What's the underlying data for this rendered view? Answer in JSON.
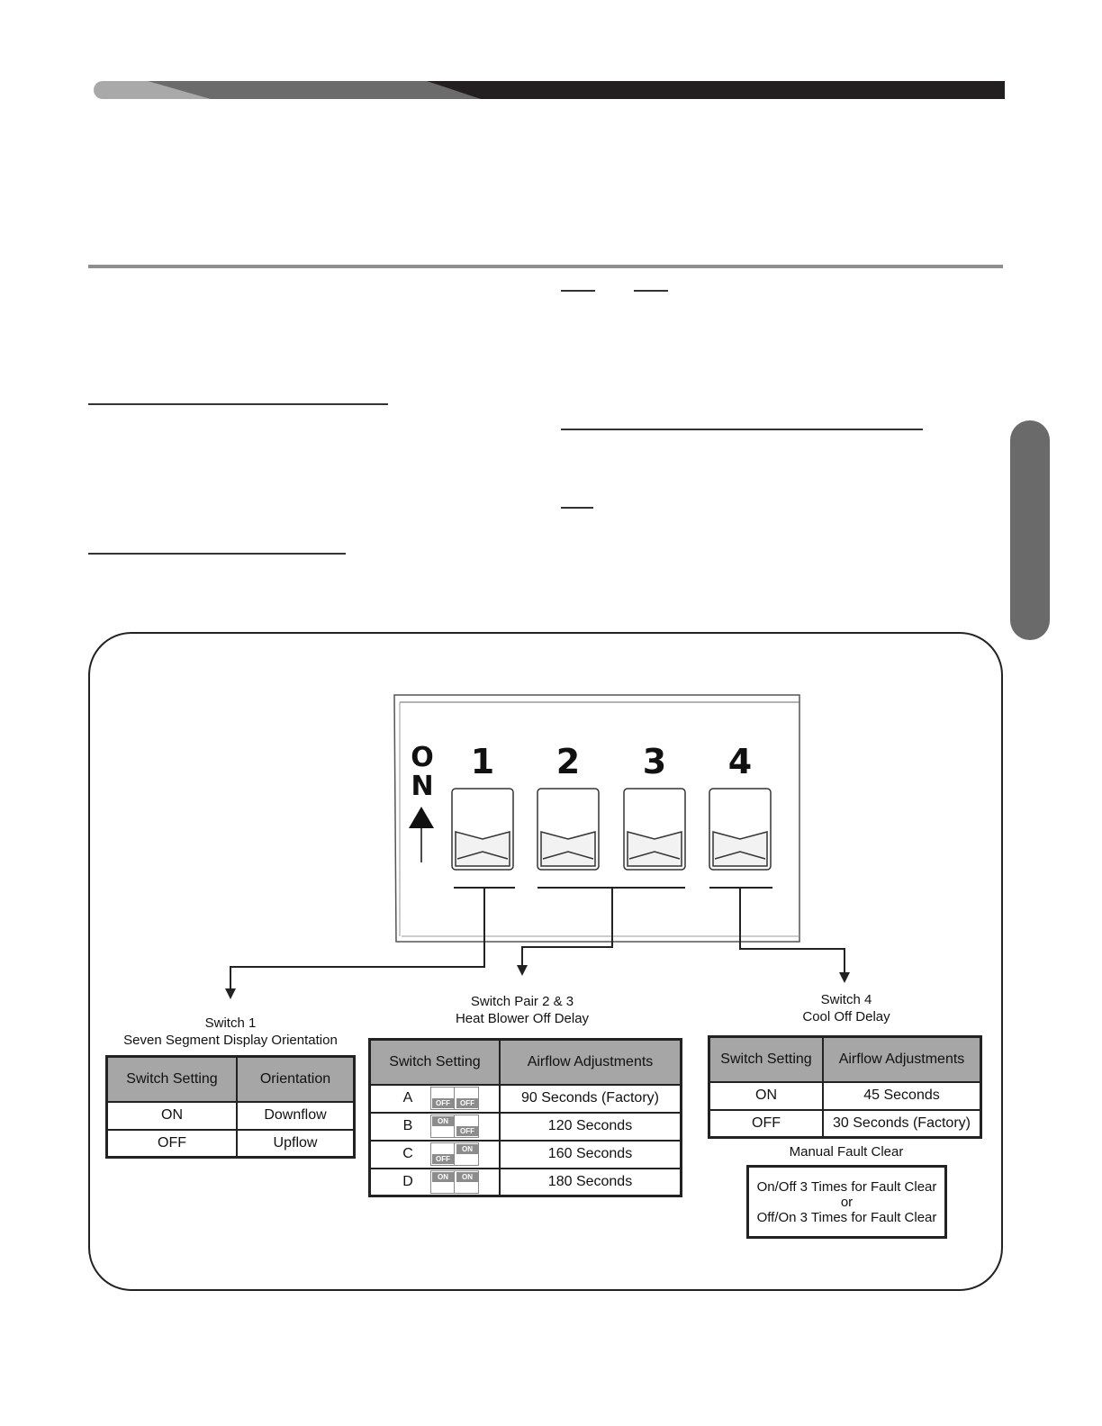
{
  "header_bar": {
    "colors": {
      "light": "#a9a9a9",
      "mid": "#6b6b6b",
      "dark": "#231f20"
    }
  },
  "dip_switch": {
    "on_letters": [
      "O",
      "N"
    ],
    "numbers": [
      "1",
      "2",
      "3",
      "4"
    ]
  },
  "switch1": {
    "title": "Switch 1",
    "subtitle": "Seven Segment Display Orientation",
    "headers": [
      "Switch Setting",
      "Orientation"
    ],
    "rows": [
      {
        "setting": "ON",
        "value": "Downflow"
      },
      {
        "setting": "OFF",
        "value": "Upflow"
      }
    ]
  },
  "switch23": {
    "title": "Switch Pair 2 & 3",
    "subtitle": "Heat Blower Off Delay",
    "headers": [
      "Switch Setting",
      "Airflow Adjustments"
    ],
    "rows": [
      {
        "setting": "A",
        "s2": "OFF",
        "s3": "OFF",
        "value": "90 Seconds (Factory)"
      },
      {
        "setting": "B",
        "s2": "ON",
        "s3": "OFF",
        "value": "120 Seconds"
      },
      {
        "setting": "C",
        "s2": "OFF",
        "s3": "ON",
        "value": "160 Seconds"
      },
      {
        "setting": "D",
        "s2": "ON",
        "s3": "ON",
        "value": "180 Seconds"
      }
    ]
  },
  "switch4": {
    "title": "Switch 4",
    "subtitle": "Cool Off Delay",
    "headers": [
      "Switch Setting",
      "Airflow Adjustments"
    ],
    "rows": [
      {
        "setting": "ON",
        "value": "45 Seconds"
      },
      {
        "setting": "OFF",
        "value": "30 Seconds (Factory)"
      }
    ]
  },
  "fault_clear": {
    "title": "Manual Fault Clear",
    "lines": [
      "On/Off 3 Times for Fault Clear",
      "or",
      "Off/On 3 Times for Fault Clear"
    ]
  }
}
